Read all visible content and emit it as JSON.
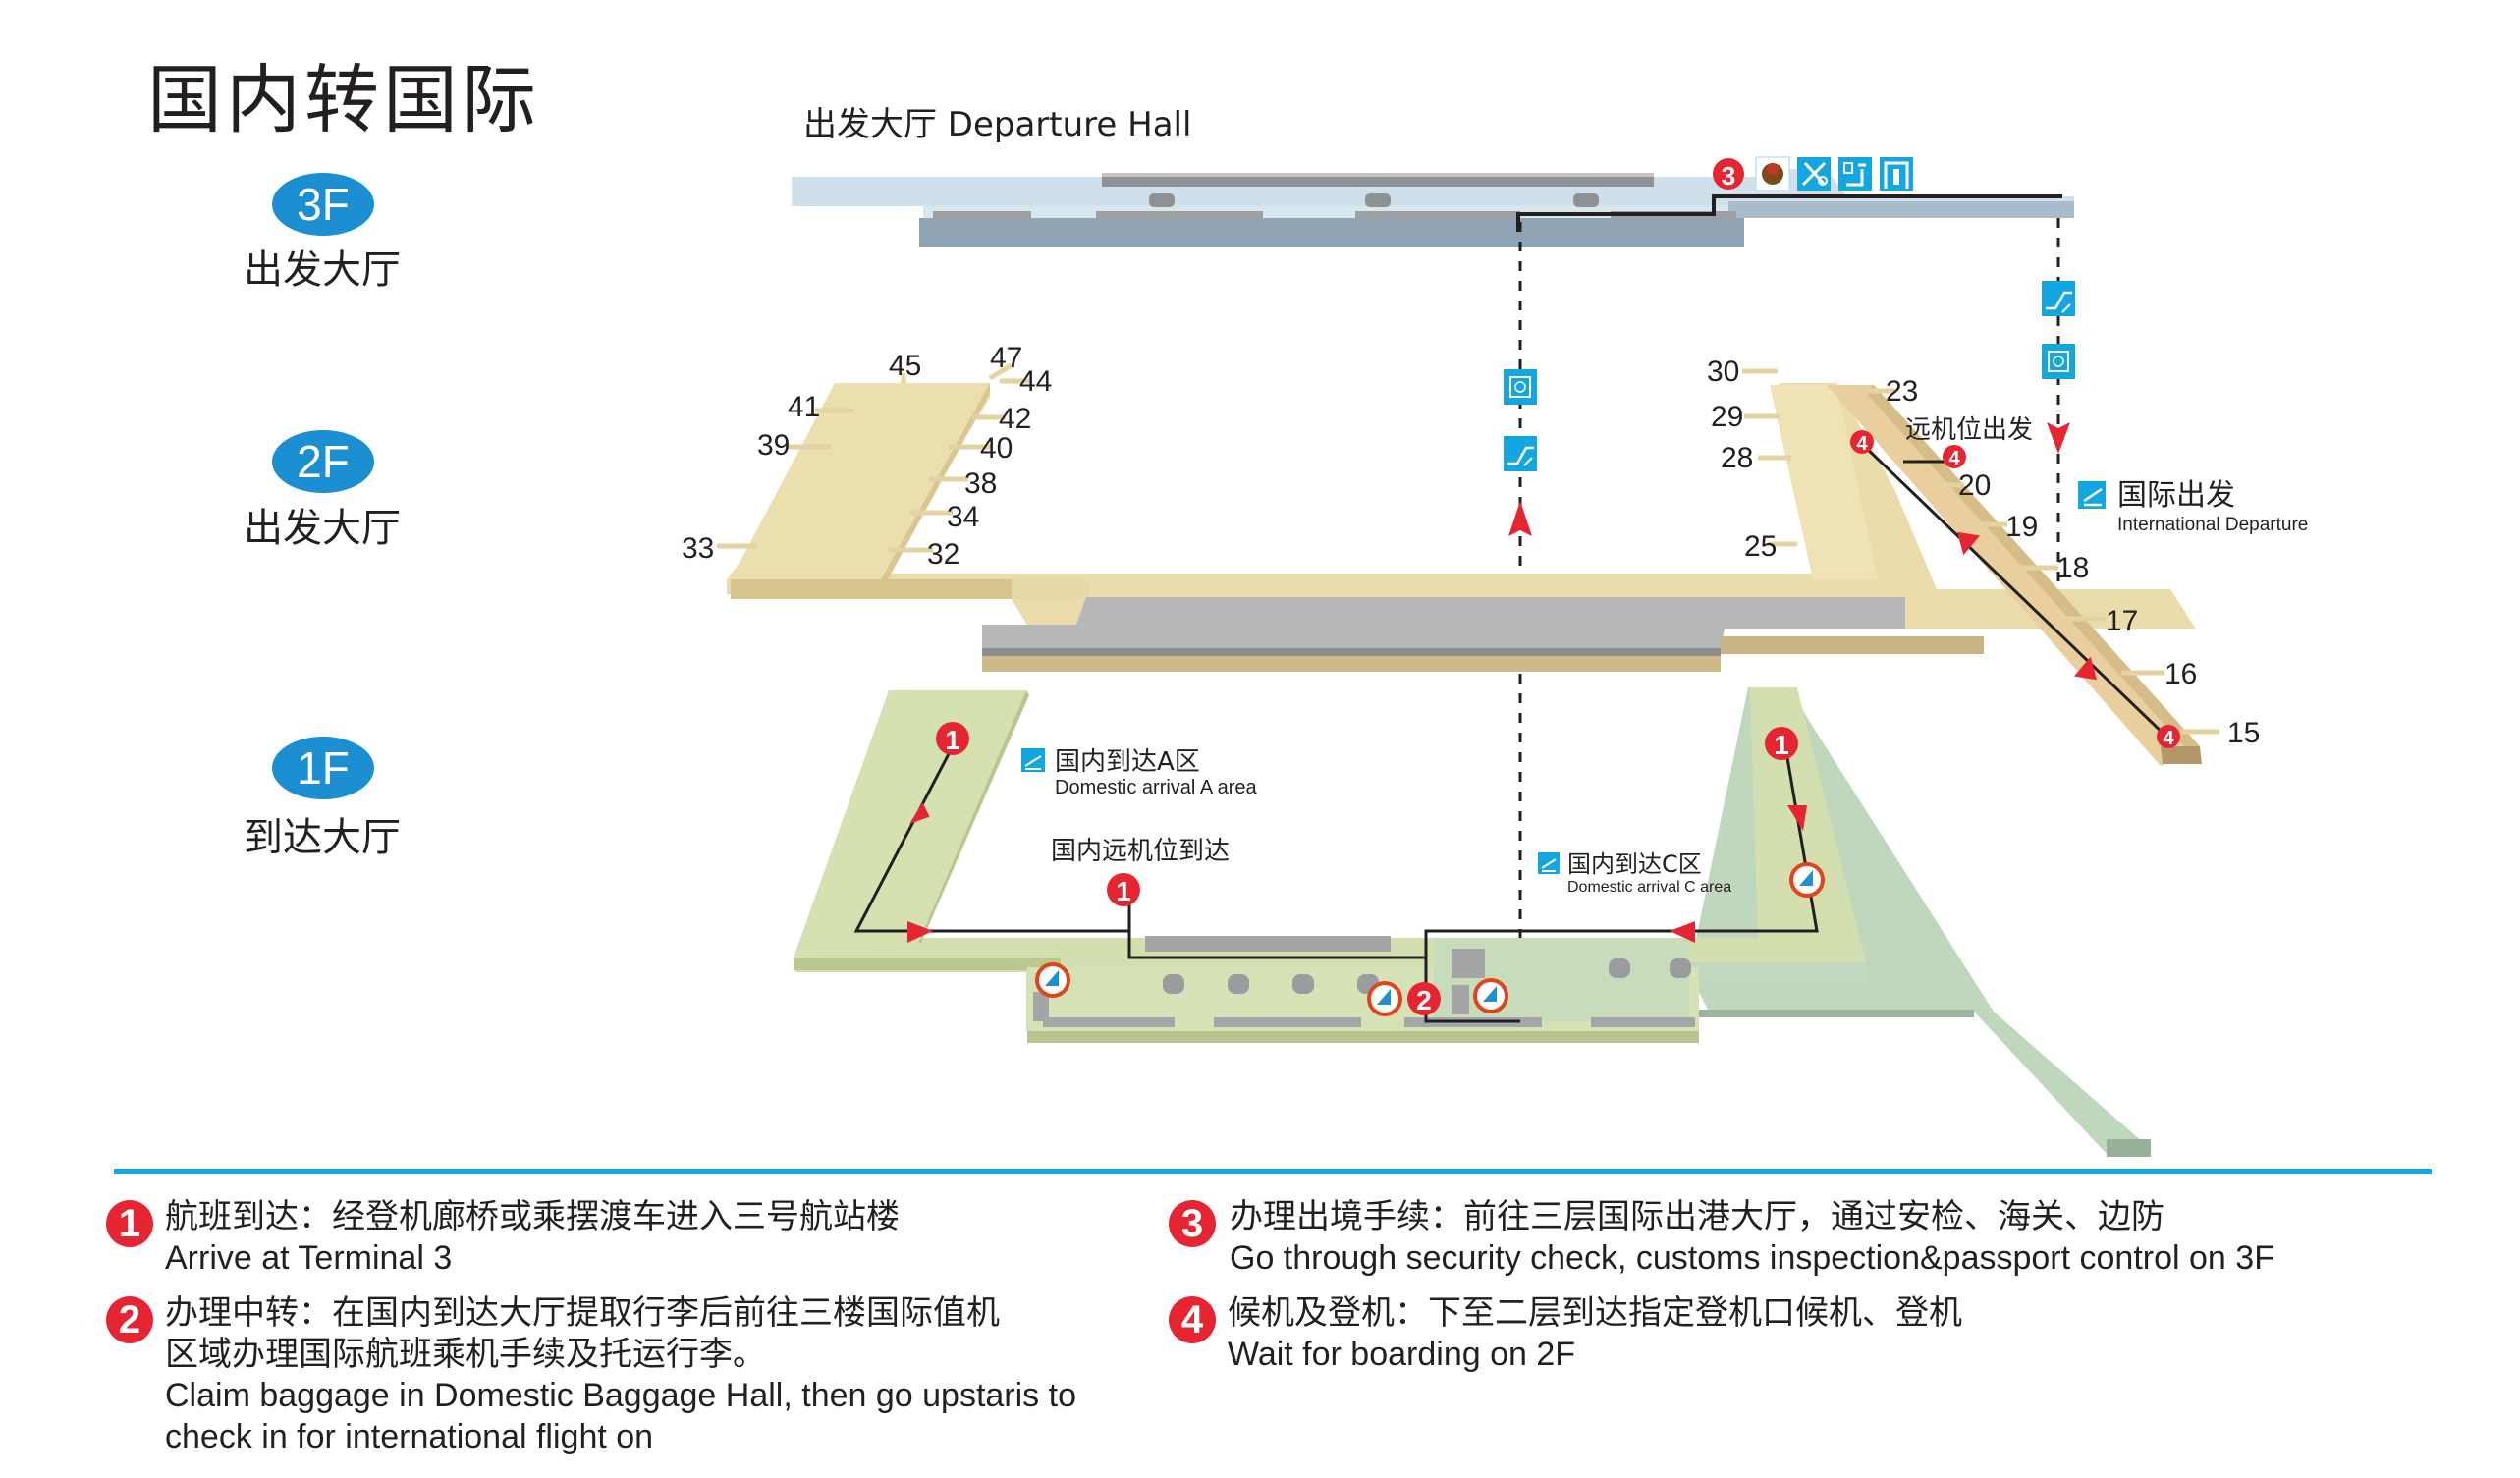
{
  "title": "国内转国际",
  "colors": {
    "accent_blue": "#13a7e0",
    "floor_badge": "#1b8fd2",
    "step_red": "#e52532",
    "floor3": "#c9dbe6",
    "floor2": "#eadcaa",
    "floor1": "#cfdcab",
    "floor1_c": "#bcd6bb"
  },
  "floors": [
    {
      "badge": "3F",
      "name": "出发大厅"
    },
    {
      "badge": "2F",
      "name": "出发大厅"
    },
    {
      "badge": "1F",
      "name": "到达大厅"
    }
  ],
  "map": {
    "floor3": {
      "label": "出发大厅 Departure  Hall",
      "step_marker": "3",
      "icons": [
        "police-emblem-icon",
        "customs-icon",
        "border-inspection-icon",
        "security-check-icon"
      ]
    },
    "floor2": {
      "gates_left": [
        "45",
        "47",
        "44",
        "41",
        "42",
        "39",
        "40",
        "38",
        "34",
        "33",
        "32"
      ],
      "gates_right": [
        "30",
        "23",
        "29",
        "28",
        "20",
        "19",
        "25",
        "18",
        "17",
        "16",
        "15"
      ],
      "remote_departure": "远机位出发",
      "step_markers": [
        "4",
        "4",
        "4"
      ],
      "intl_departure_cn": "国际出发",
      "intl_departure_en": "International Departure",
      "vertical_icons": [
        "accessible-elevator-icon",
        "escalator-up-icon",
        "escalator-down-icon",
        "accessible-elevator-icon"
      ]
    },
    "floor1": {
      "area_a_cn": "国内到达A区",
      "area_a_en": "Domestic  arrival  A  area",
      "remote_arrival": "国内远机位到达",
      "area_c_cn": "国内到达C区",
      "area_c_en": "Domestic  arrival  C  area",
      "step_markers": [
        "1",
        "1",
        "1",
        "2"
      ],
      "airline_icons": [
        "airline-logo-icon",
        "airline-logo-icon",
        "airline-logo-icon",
        "airline-logo-icon"
      ]
    }
  },
  "steps": [
    {
      "num": "1",
      "cn": "航班到达：经登机廊桥或乘摆渡车进入三号航站楼",
      "en": "Arrive at Terminal 3"
    },
    {
      "num": "2",
      "cn": "办理中转：在国内到达大厅提取行李后前往三楼国际值机",
      "cn2": "区域办理国际航班乘机手续及托运行李。",
      "en": "Claim baggage in Domestic Baggage Hall, then go upstaris to",
      "en2": "check in for international flight on"
    },
    {
      "num": "3",
      "cn": "办理出境手续：前往三层国际出港大厅，通过安检、海关、边防",
      "en": "Go through security check, customs inspection&passport control on 3F"
    },
    {
      "num": "4",
      "cn": "候机及登机：下至二层到达指定登机口候机、登机",
      "en": "Wait for boarding on 2F"
    }
  ]
}
